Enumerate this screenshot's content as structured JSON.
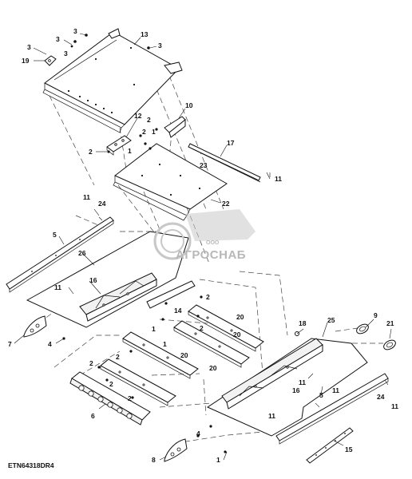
{
  "diagram_id": "ETN64318DR4",
  "watermark": {
    "company": "АГРОСНАБ",
    "prefix": "ООО"
  },
  "callouts": [
    {
      "n": "3"
    },
    {
      "n": "3"
    },
    {
      "n": "3"
    },
    {
      "n": "3"
    },
    {
      "n": "13"
    },
    {
      "n": "3"
    },
    {
      "n": "19"
    },
    {
      "n": "10"
    },
    {
      "n": "12"
    },
    {
      "n": "2"
    },
    {
      "n": "2"
    },
    {
      "n": "1"
    },
    {
      "n": "2"
    },
    {
      "n": "1"
    },
    {
      "n": "17"
    },
    {
      "n": "23"
    },
    {
      "n": "11"
    },
    {
      "n": "22"
    },
    {
      "n": "11"
    },
    {
      "n": "24"
    },
    {
      "n": "5"
    },
    {
      "n": "26"
    },
    {
      "n": "11"
    },
    {
      "n": "16"
    },
    {
      "n": "2"
    },
    {
      "n": "14"
    },
    {
      "n": "20"
    },
    {
      "n": "1"
    },
    {
      "n": "2"
    },
    {
      "n": "1"
    },
    {
      "n": "20"
    },
    {
      "n": "20"
    },
    {
      "n": "7"
    },
    {
      "n": "4"
    },
    {
      "n": "2"
    },
    {
      "n": "20"
    },
    {
      "n": "2"
    },
    {
      "n": "2"
    },
    {
      "n": "2"
    },
    {
      "n": "6"
    },
    {
      "n": "18"
    },
    {
      "n": "25"
    },
    {
      "n": "9"
    },
    {
      "n": "21"
    },
    {
      "n": "11"
    },
    {
      "n": "16"
    },
    {
      "n": "11"
    },
    {
      "n": "5"
    },
    {
      "n": "24"
    },
    {
      "n": "11"
    },
    {
      "n": "11"
    },
    {
      "n": "4"
    },
    {
      "n": "15"
    },
    {
      "n": "8"
    },
    {
      "n": "1"
    }
  ]
}
